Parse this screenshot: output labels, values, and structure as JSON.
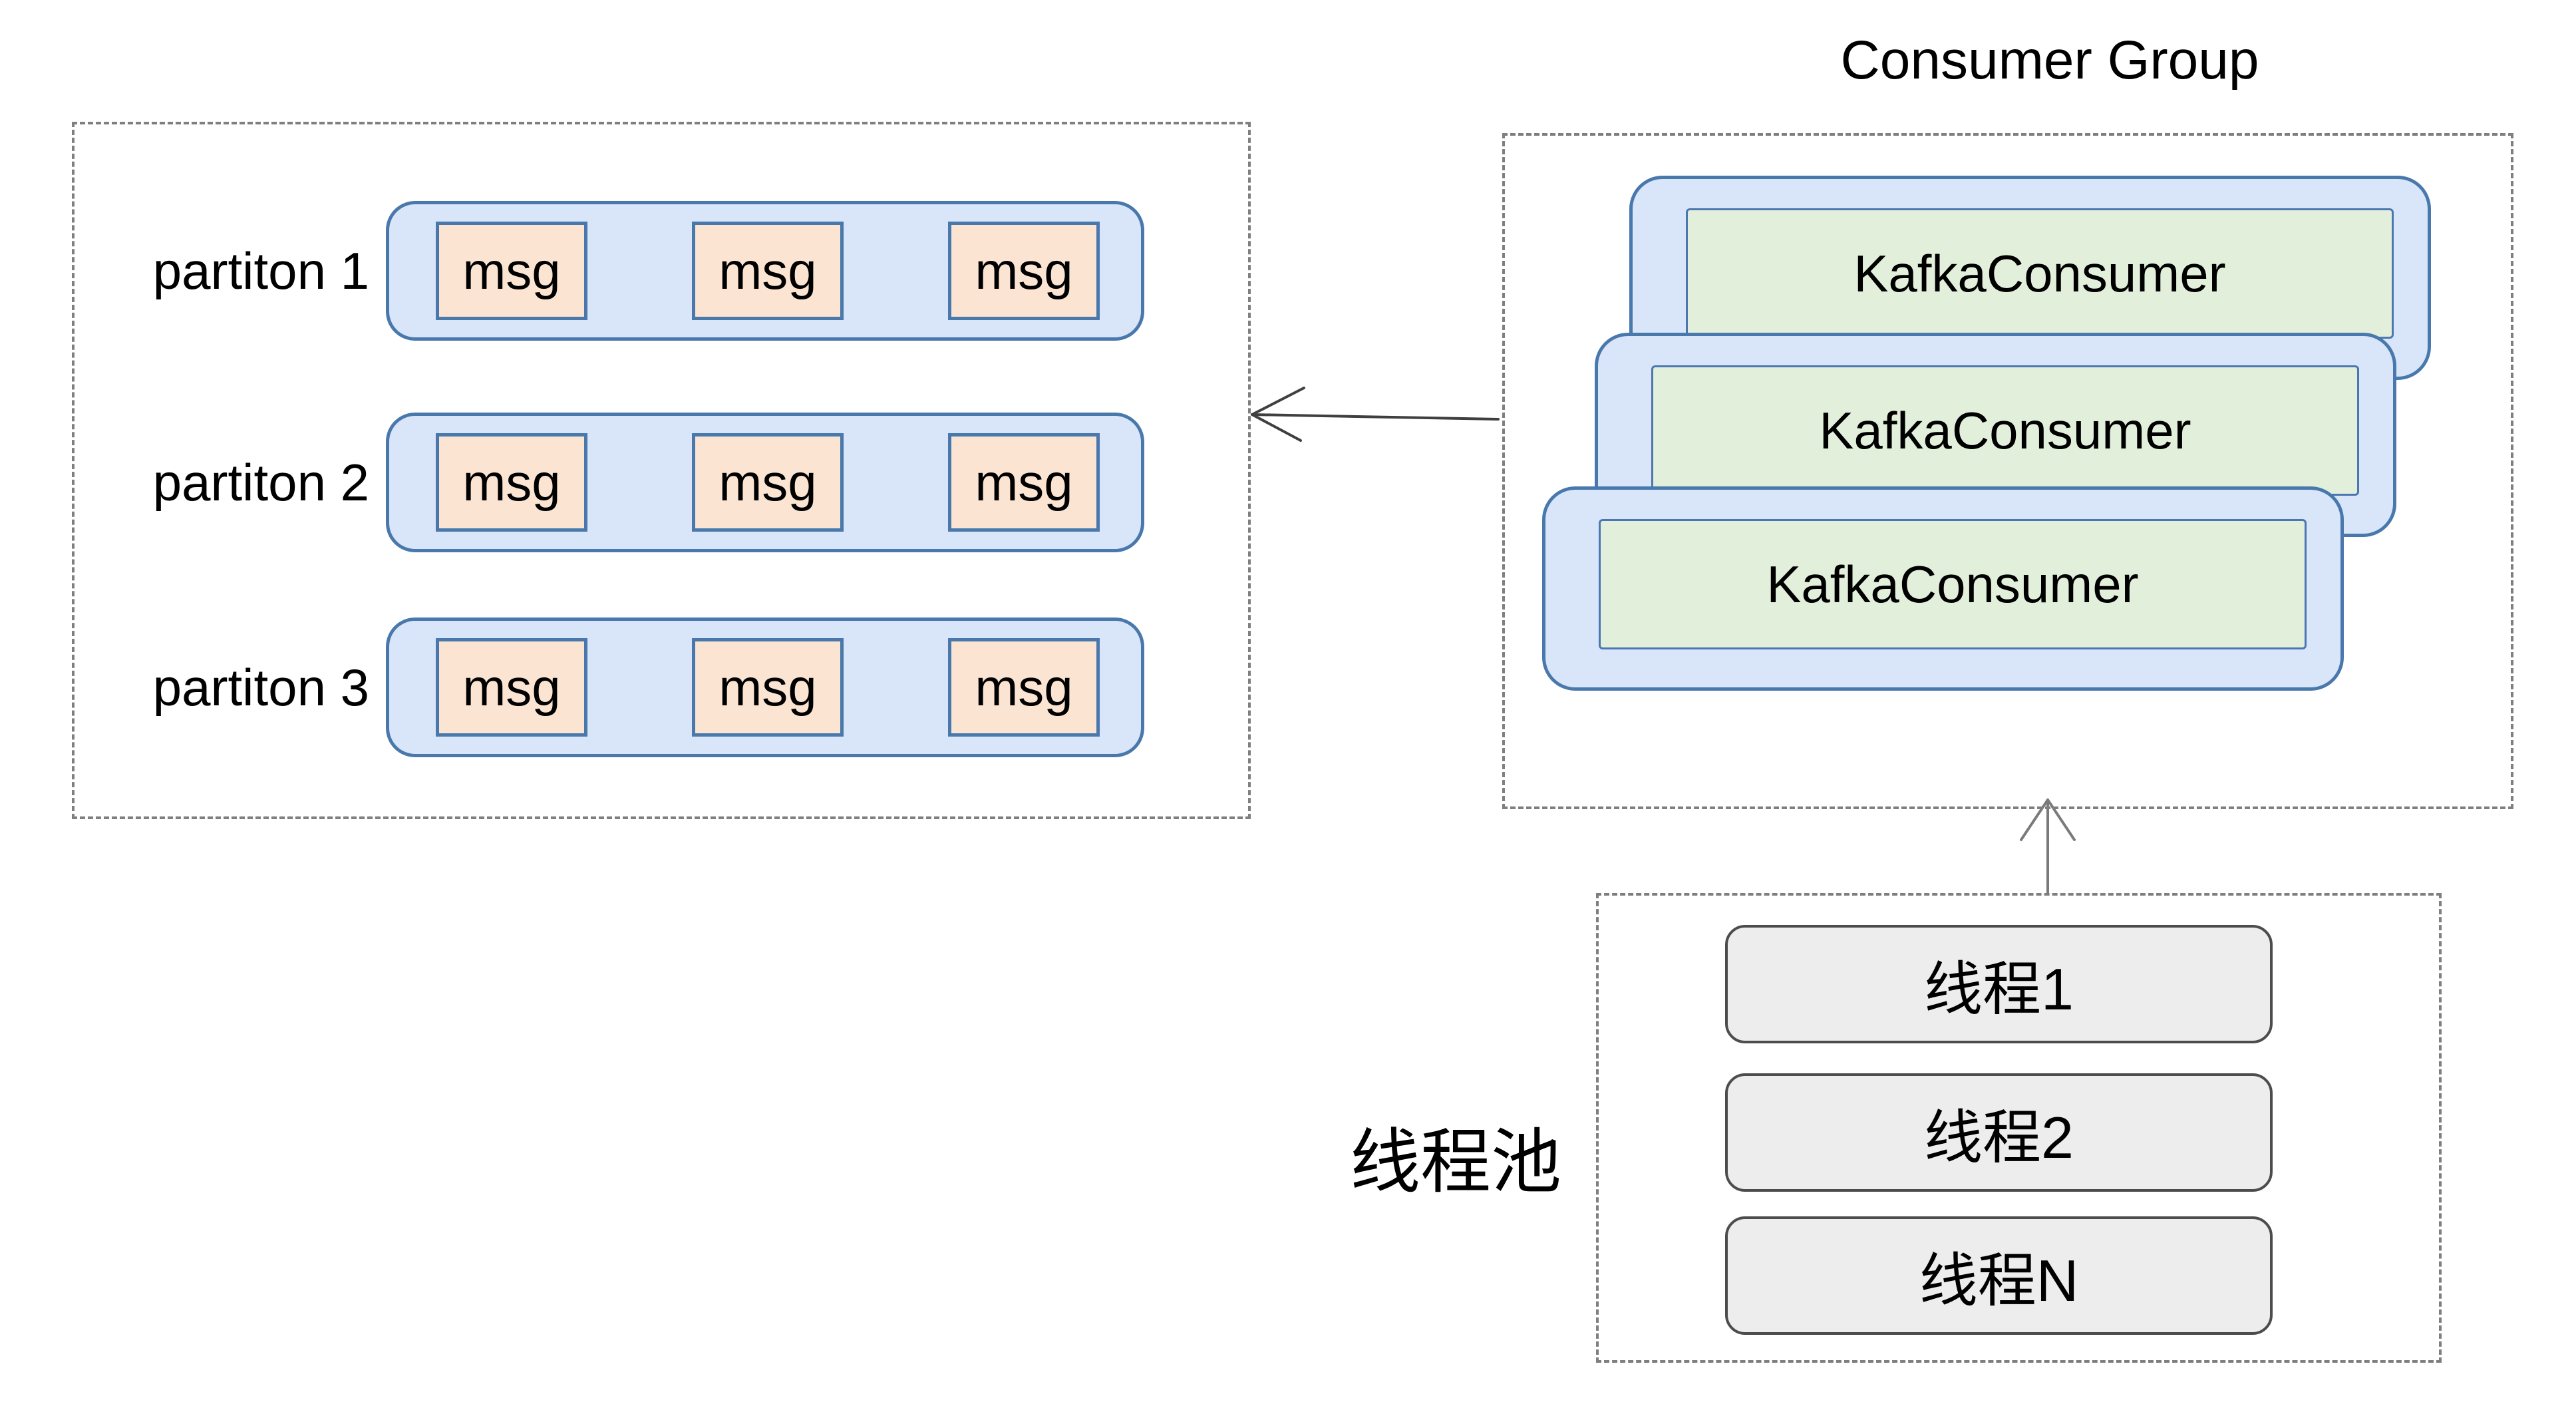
{
  "diagram": {
    "topic_box": {
      "partitions": [
        {
          "label": "partiton 1",
          "messages": [
            "msg",
            "msg",
            "msg"
          ]
        },
        {
          "label": "partiton 2",
          "messages": [
            "msg",
            "msg",
            "msg"
          ]
        },
        {
          "label": "partiton 3",
          "messages": [
            "msg",
            "msg",
            "msg"
          ]
        }
      ]
    },
    "consumer_group": {
      "title": "Consumer Group",
      "consumers": [
        "KafkaConsumer",
        "KafkaConsumer",
        "KafkaConsumer"
      ]
    },
    "thread_pool": {
      "label": "线程池",
      "threads": [
        "线程1",
        "线程2",
        "线程N"
      ]
    },
    "colors": {
      "partition_fill": "#d9e5f8",
      "blue_border": "#4878ac",
      "msg_fill": "#fbe5d2",
      "consumer_fill": "#e2efda",
      "consumer_border": "#4a77b4",
      "thread_fill": "#ededed",
      "thread_border": "#4c4c4c",
      "dashed_border": "#7f7f7f",
      "arrow": "#3f3f3f"
    }
  }
}
